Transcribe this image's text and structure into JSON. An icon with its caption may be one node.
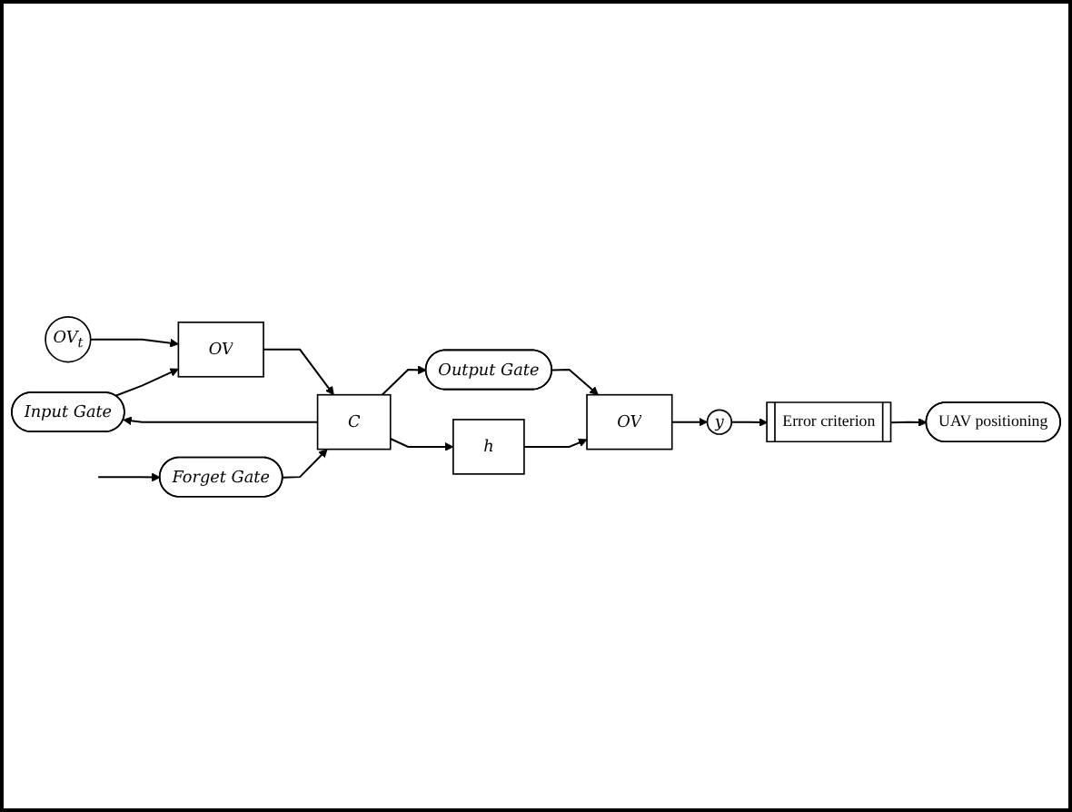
{
  "diagram": {
    "nodes": [
      {
        "text": [
          "Input Gate"
        ]
      },
      {
        "text": [
          "Output Gate"
        ]
      },
      {
        "text": [
          "OV$_{t}$"
        ]
      },
      {
        "text": [
          "OV"
        ]
      },
      {
        "text": [
          "C"
        ]
      },
      {
        "text": [
          "h"
        ]
      },
      {
        "text": [
          "OV"
        ]
      },
      {
        "text": [
          "y"
        ]
      },
      {
        "text": [
          "Forget Gate"
        ]
      },
      {
        "text": [
          "Error criterion"
        ]
      },
      {
        "text": [
          "UAV positioning"
        ]
      }
    ],
    "edges": [
      {
        "from": 0,
        "to": 3,
        "arrow": "to"
      },
      {
        "from": 4,
        "to": 0,
        "arrow": "to"
      },
      {
        "from": 4,
        "to": 1,
        "arrow": "to"
      },
      {
        "from": 1,
        "to": 6,
        "arrow": "to"
      },
      {
        "from": 2,
        "to": 3,
        "arrow": "to"
      },
      {
        "from": 3,
        "to": 4,
        "arrow": "to"
      },
      {
        "from": 4,
        "to": 5,
        "arrow": "to"
      },
      {
        "from": 5,
        "to": 6,
        "arrow": "to"
      },
      {
        "from": 6,
        "to": 7,
        "arrow": "to"
      },
      {
        "from": 7,
        "to": 9,
        "arrow": "to"
      },
      {
        "from": 8,
        "to": 4,
        "arrow": "to"
      },
      {
        "from": null,
        "to": 8,
        "arrow": "to"
      },
      {
        "from": 9,
        "to": 10,
        "arrow": "to"
      }
    ]
  }
}
